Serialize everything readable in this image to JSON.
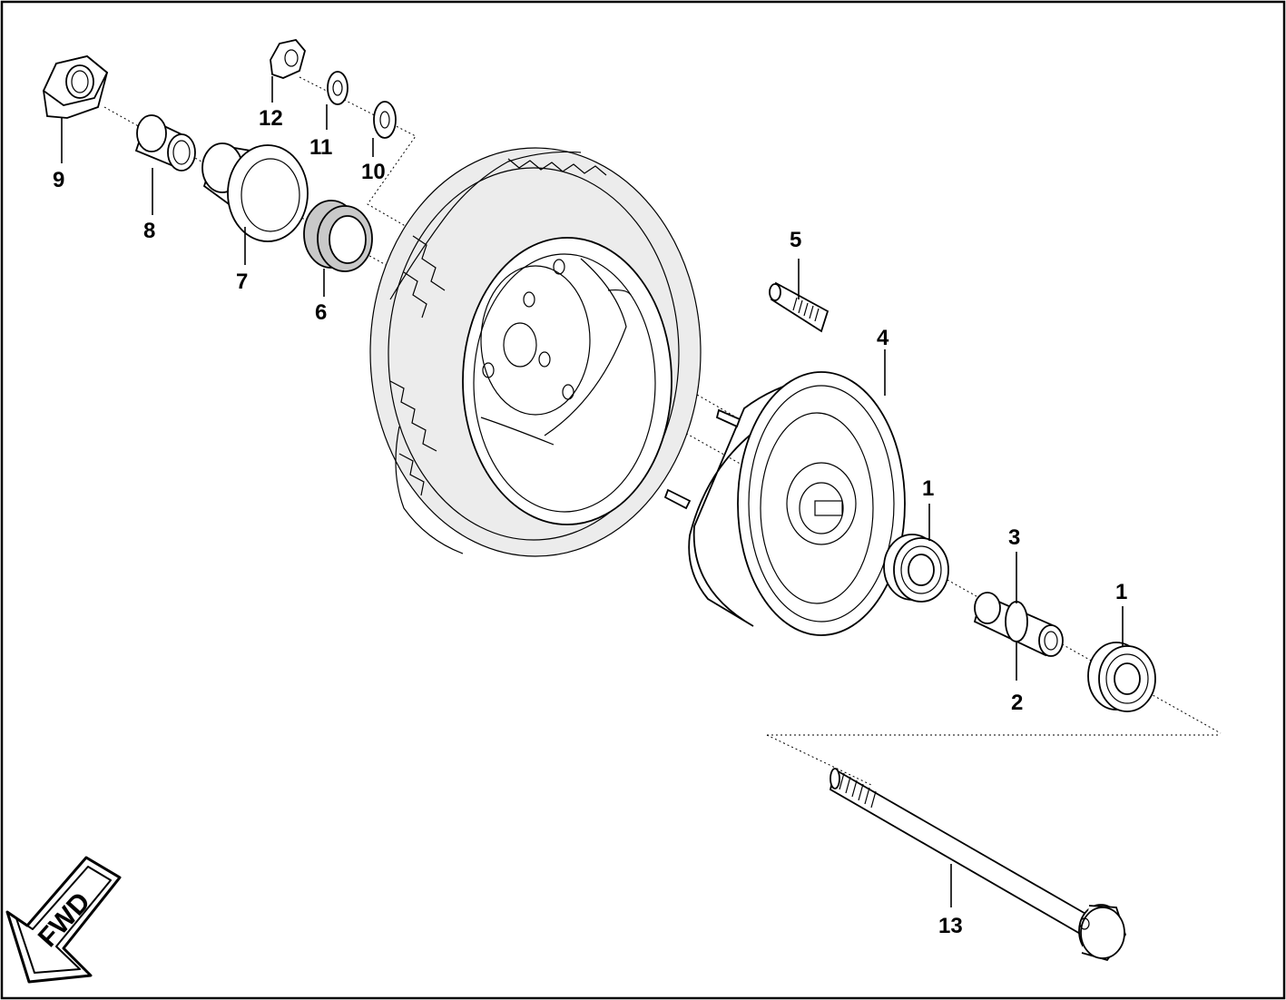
{
  "diagram": {
    "parts": [
      {
        "id": "part-9",
        "label": "9"
      },
      {
        "id": "part-8",
        "label": "8"
      },
      {
        "id": "part-7",
        "label": "7"
      },
      {
        "id": "part-6",
        "label": "6"
      },
      {
        "id": "part-12",
        "label": "12"
      },
      {
        "id": "part-11",
        "label": "11"
      },
      {
        "id": "part-10",
        "label": "10"
      },
      {
        "id": "part-5",
        "label": "5"
      },
      {
        "id": "part-4",
        "label": "4"
      },
      {
        "id": "part-1a",
        "label": "1"
      },
      {
        "id": "part-3",
        "label": "3"
      },
      {
        "id": "part-2",
        "label": "2"
      },
      {
        "id": "part-1b",
        "label": "1"
      },
      {
        "id": "part-13",
        "label": "13"
      }
    ],
    "direction_arrow": {
      "label": "FWD",
      "icon": "forward-arrow-icon"
    }
  }
}
